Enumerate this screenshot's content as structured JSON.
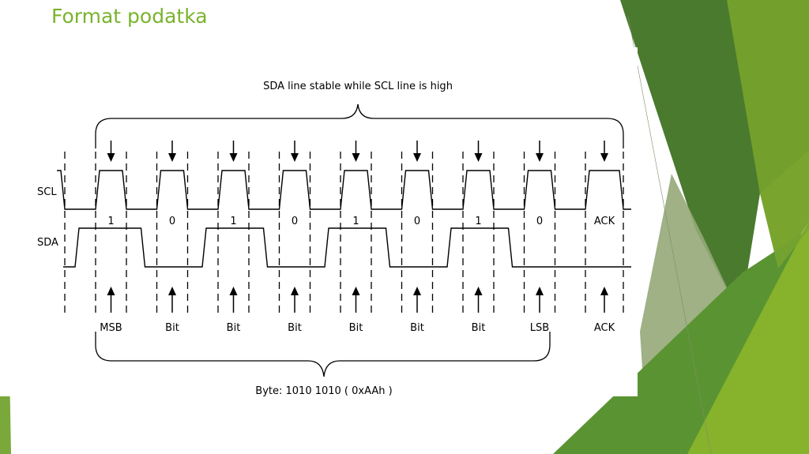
{
  "slide": {
    "title": "Format podatka"
  },
  "colors": {
    "title": "#7ab32e",
    "dark_green": "#4a7a2e",
    "olive": "#6f9a2a",
    "lime": "#86b22c"
  },
  "diagram": {
    "top_caption": "SDA line stable while SCL line is high",
    "bottom_caption": "Byte: 1010 1010 ( 0xAAh )",
    "scl_label": "SCL",
    "sda_label": "SDA",
    "bits": [
      "1",
      "0",
      "1",
      "0",
      "1",
      "0",
      "1",
      "0",
      "ACK"
    ],
    "sda_levels": [
      1,
      0,
      1,
      0,
      1,
      0,
      1,
      0,
      0
    ],
    "bottom_labels": [
      "MSB",
      "Bit",
      "Bit",
      "Bit",
      "Bit",
      "Bit",
      "Bit",
      "LSB",
      "ACK"
    ]
  }
}
